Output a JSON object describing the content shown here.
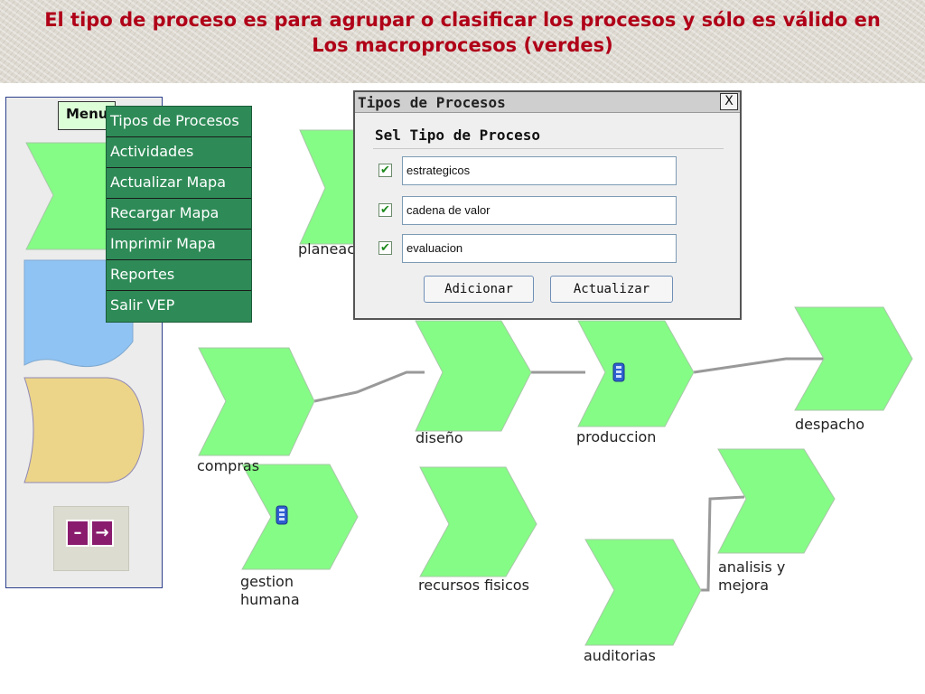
{
  "banner": {
    "line1": "El tipo de proceso es para agrupar o clasificar los procesos y sólo es válido en",
    "line2": "Los macroprocesos (verdes)"
  },
  "palette": {
    "menu_label": "Menu",
    "exit_minus": "–",
    "exit_arrow": "→"
  },
  "menu": {
    "items": [
      "Tipos de Procesos",
      "Actividades",
      "Actualizar Mapa",
      "Recargar Mapa",
      "Imprimir Mapa",
      "Reportes",
      "Salir VEP"
    ]
  },
  "dialog": {
    "title": "Tipos de Procesos",
    "close": "X",
    "heading": "Sel Tipo de Proceso",
    "options": [
      {
        "label": "estrategicos",
        "checked": true
      },
      {
        "label": "cadena de valor",
        "checked": true
      },
      {
        "label": "evaluacion",
        "checked": true
      }
    ],
    "add_button": "Adicionar",
    "update_button": "Actualizar"
  },
  "nodes": {
    "planeacion": "planeac",
    "compras": "compras",
    "diseno": "diseño",
    "produccion": "produccion",
    "despacho": "despacho",
    "gestion_humana": "gestion\nhumana",
    "recursos_fisicos": "recursos fisicos",
    "analisis_mejora": "analisis y\nmejora",
    "auditorias": "auditorias"
  },
  "colors": {
    "process_green": "#85fc85",
    "shape_blue": "#8fc3f4",
    "shape_tan": "#ecd589",
    "connector": "#999999",
    "title_red": "#b00018"
  }
}
